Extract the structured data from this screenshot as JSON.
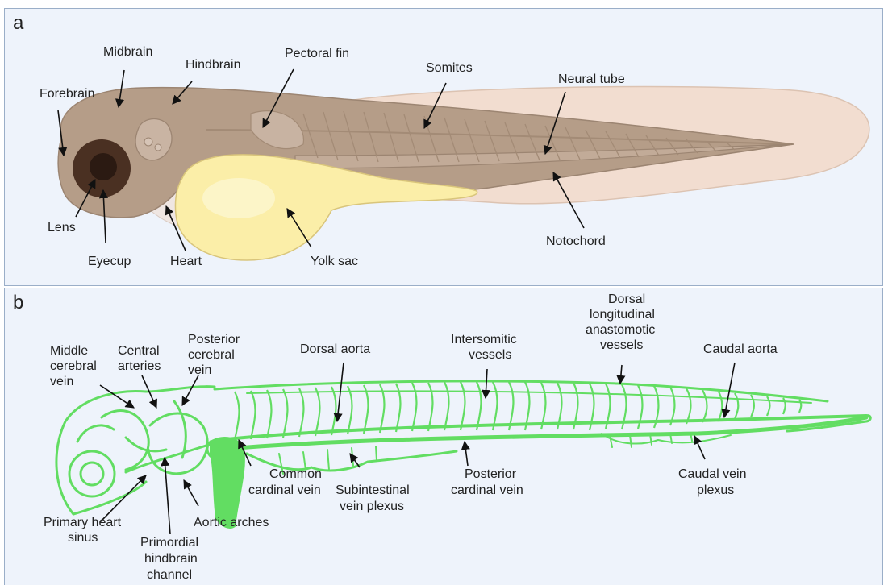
{
  "panel_a": {
    "letter": "a",
    "labels": {
      "midbrain": "Midbrain",
      "hindbrain": "Hindbrain",
      "pectoral_fin": "Pectoral fin",
      "somites": "Somites",
      "neural_tube": "Neural tube",
      "forebrain": "Forebrain",
      "lens": "Lens",
      "eyecup": "Eyecup",
      "heart": "Heart",
      "yolk_sac": "Yolk sac",
      "notochord": "Notochord"
    }
  },
  "panel_b": {
    "letter": "b",
    "labels": {
      "middle_cerebral_vein": [
        "Middle",
        "cerebral",
        "vein"
      ],
      "central_arteries": [
        "Central",
        "arteries"
      ],
      "posterior_cerebral_vein": [
        "Posterior",
        "cerebral",
        "vein"
      ],
      "dorsal_aorta": "Dorsal aorta",
      "intersomitic_vessels": [
        "Intersomitic",
        "vessels"
      ],
      "dlav": [
        "Dorsal",
        "longitudinal",
        "anastomotic",
        "vessels"
      ],
      "caudal_aorta": "Caudal aorta",
      "common_cardinal_vein": [
        "Common",
        "cardinal vein"
      ],
      "subintestinal_vein_plexus": [
        "Subintestinal",
        "vein plexus"
      ],
      "posterior_cardinal_vein": [
        "Posterior",
        "cardinal vein"
      ],
      "caudal_vein_plexus": [
        "Caudal vein",
        "plexus"
      ],
      "primary_heart_sinus": [
        "Primary heart",
        "sinus"
      ],
      "aortic_arches": "Aortic arches",
      "primordial_hindbrain_channel": [
        "Primordial",
        "hindbrain",
        "channel"
      ]
    }
  },
  "colors": {
    "background": "#eef3fb",
    "border": "#9aaec8",
    "body": "#b59d88",
    "fin": "#f2ddd0",
    "yolk": "#fbeea8",
    "eye": "#4a3022",
    "vessel": "#62dd62"
  }
}
